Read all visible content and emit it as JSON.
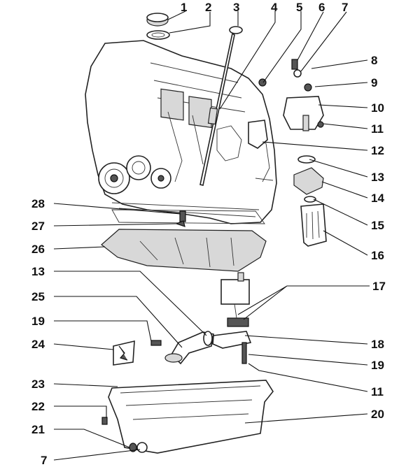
{
  "diagram": {
    "callouts_right_top": [
      {
        "id": "callout-1",
        "text": "1"
      },
      {
        "id": "callout-2",
        "text": "2"
      },
      {
        "id": "callout-3",
        "text": "3"
      },
      {
        "id": "callout-4",
        "text": "4"
      },
      {
        "id": "callout-5",
        "text": "5"
      },
      {
        "id": "callout-6",
        "text": "6"
      },
      {
        "id": "callout-7",
        "text": "7"
      }
    ],
    "callouts_right_side": [
      {
        "id": "callout-8",
        "text": "8"
      },
      {
        "id": "callout-9",
        "text": "9"
      },
      {
        "id": "callout-10",
        "text": "10"
      },
      {
        "id": "callout-11a",
        "text": "11"
      },
      {
        "id": "callout-12",
        "text": "12"
      },
      {
        "id": "callout-13a",
        "text": "13"
      },
      {
        "id": "callout-14",
        "text": "14"
      },
      {
        "id": "callout-15",
        "text": "15"
      },
      {
        "id": "callout-16",
        "text": "16"
      },
      {
        "id": "callout-17",
        "text": "17"
      },
      {
        "id": "callout-18",
        "text": "18"
      },
      {
        "id": "callout-19b",
        "text": "19"
      },
      {
        "id": "callout-11b",
        "text": "11"
      },
      {
        "id": "callout-20",
        "text": "20"
      }
    ],
    "callouts_left_side": [
      {
        "id": "callout-28",
        "text": "28"
      },
      {
        "id": "callout-27",
        "text": "27"
      },
      {
        "id": "callout-26",
        "text": "26"
      },
      {
        "id": "callout-13b",
        "text": "13"
      },
      {
        "id": "callout-25",
        "text": "25"
      },
      {
        "id": "callout-19a",
        "text": "19"
      },
      {
        "id": "callout-24",
        "text": "24"
      },
      {
        "id": "callout-23",
        "text": "23"
      },
      {
        "id": "callout-22",
        "text": "22"
      },
      {
        "id": "callout-21",
        "text": "21"
      },
      {
        "id": "callout-7b",
        "text": "7"
      }
    ]
  }
}
